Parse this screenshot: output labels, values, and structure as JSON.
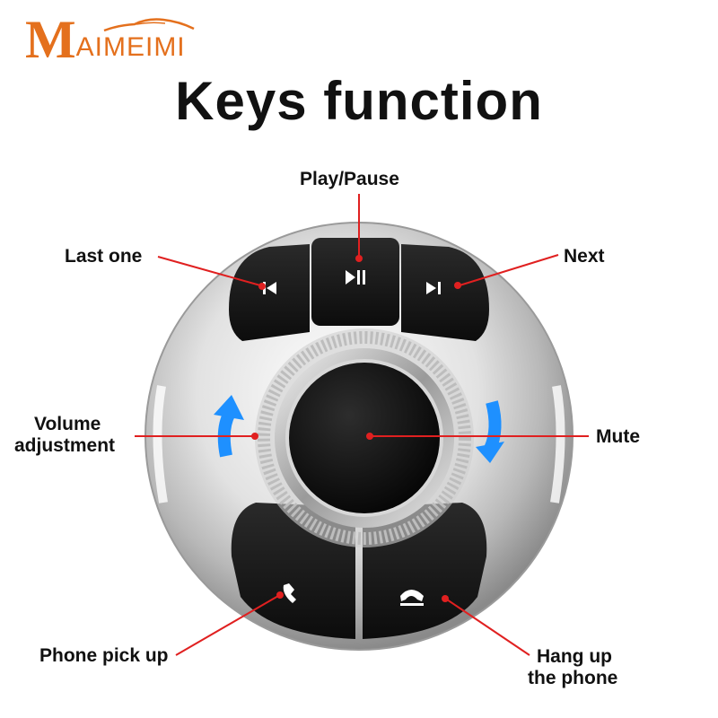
{
  "brand": {
    "initial": "M",
    "rest": "AIMEIMI",
    "color": "#e4701d"
  },
  "title": "Keys function",
  "colors": {
    "leader": "#e02020",
    "arrow": "#1e90ff",
    "button": "#1a1a1a",
    "chrome": "#d9d9d9"
  },
  "icons": [
    "previous-track-icon",
    "play-pause-icon",
    "next-track-icon",
    "phone-pickup-icon",
    "hang-up-icon",
    "rotate-up-arrow-icon",
    "rotate-down-arrow-icon"
  ],
  "labels": {
    "play_pause": "Play/Pause",
    "last_one": "Last one",
    "next": "Next",
    "volume_line1": "Volume",
    "volume_line2": "adjustment",
    "mute": "Mute",
    "phone_pick_up": "Phone pick up",
    "hang_up_line1": "Hang up",
    "hang_up_line2": "the phone"
  }
}
